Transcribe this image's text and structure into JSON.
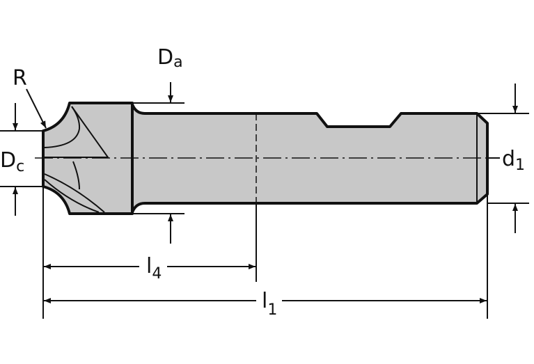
{
  "labels": {
    "radius": "R",
    "neck_diameter": {
      "main": "D",
      "sub": "a"
    },
    "cutting_diameter": {
      "main": "D",
      "sub": "c"
    },
    "shank_diameter": {
      "main": "d",
      "sub": "1"
    },
    "usable_length": {
      "main": "l",
      "sub": "4"
    },
    "overall_length": {
      "main": "l",
      "sub": "1"
    }
  },
  "colors": {
    "body_fill": "#c8c8c8",
    "line": "#111111"
  }
}
